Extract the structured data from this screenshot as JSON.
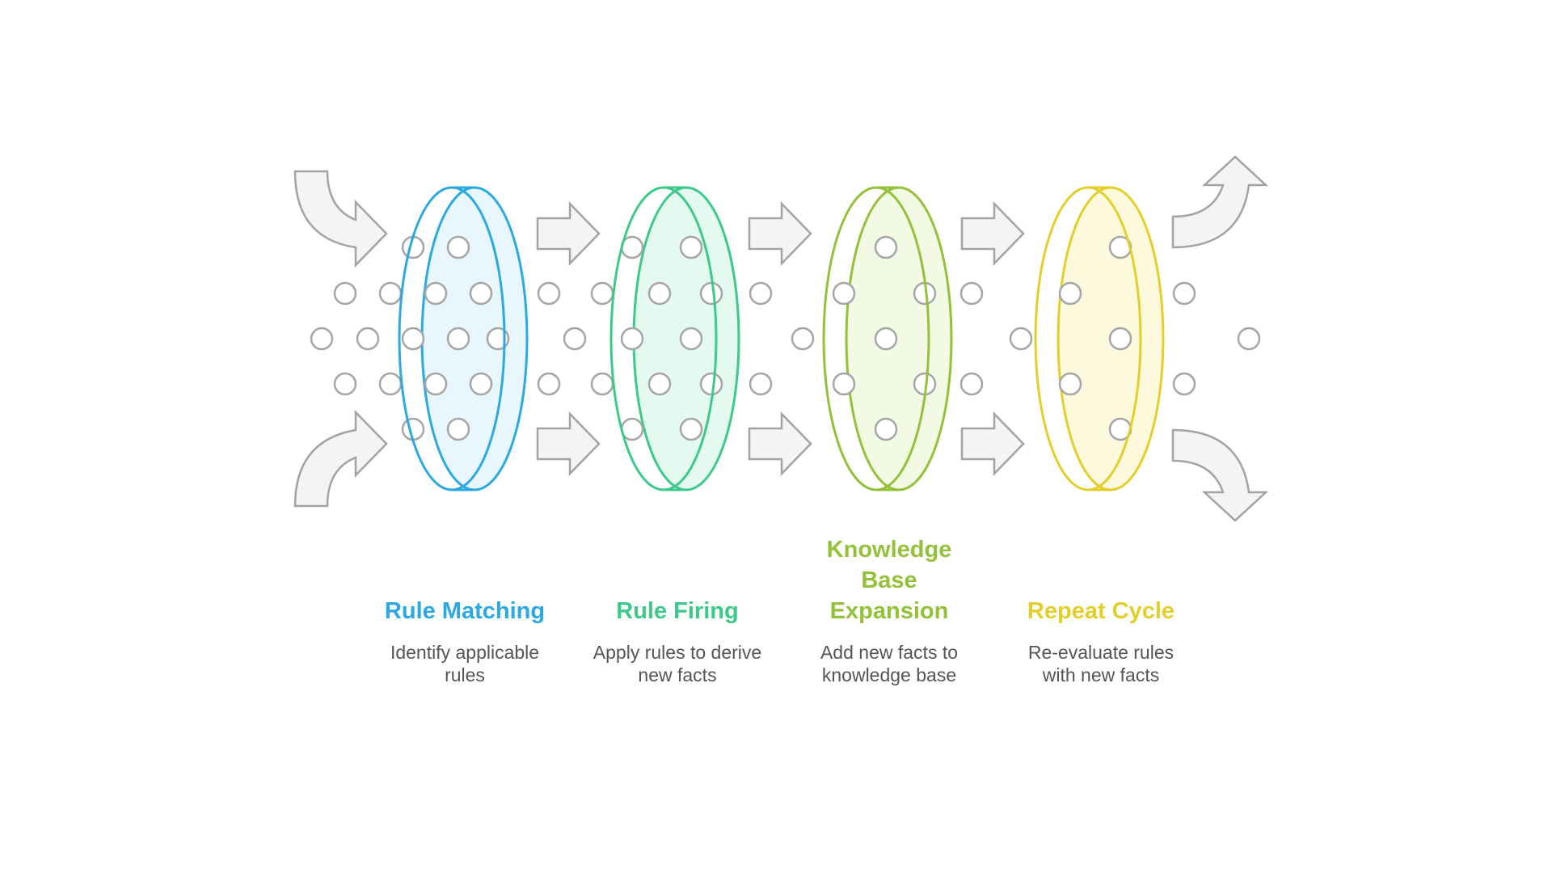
{
  "colors": {
    "dot_stroke": "#a6a6a6",
    "arrow_fill": "#f4f4f4",
    "arrow_stroke": "#a3a3a3",
    "description": "#555555"
  },
  "arrow_icon": "arrow-right-icon",
  "stages": [
    {
      "title": "Rule Matching",
      "description": "Identify applicable\nrules",
      "color": "#2ca9e0",
      "fill": "#e8f6fd"
    },
    {
      "title": "Rule Firing",
      "description": "Apply rules to derive\nnew facts",
      "color": "#3dc98a",
      "fill": "#e4f9ef"
    },
    {
      "title": "Knowledge\nBase\nExpansion",
      "description": "Add new facts to\nknowledge base",
      "color": "#93c13a",
      "fill": "#f3fae4"
    },
    {
      "title": "Repeat Cycle",
      "description": "Re-evaluate rules\nwith new facts",
      "color": "#e3cf2c",
      "fill": "#fdf9dc"
    }
  ]
}
